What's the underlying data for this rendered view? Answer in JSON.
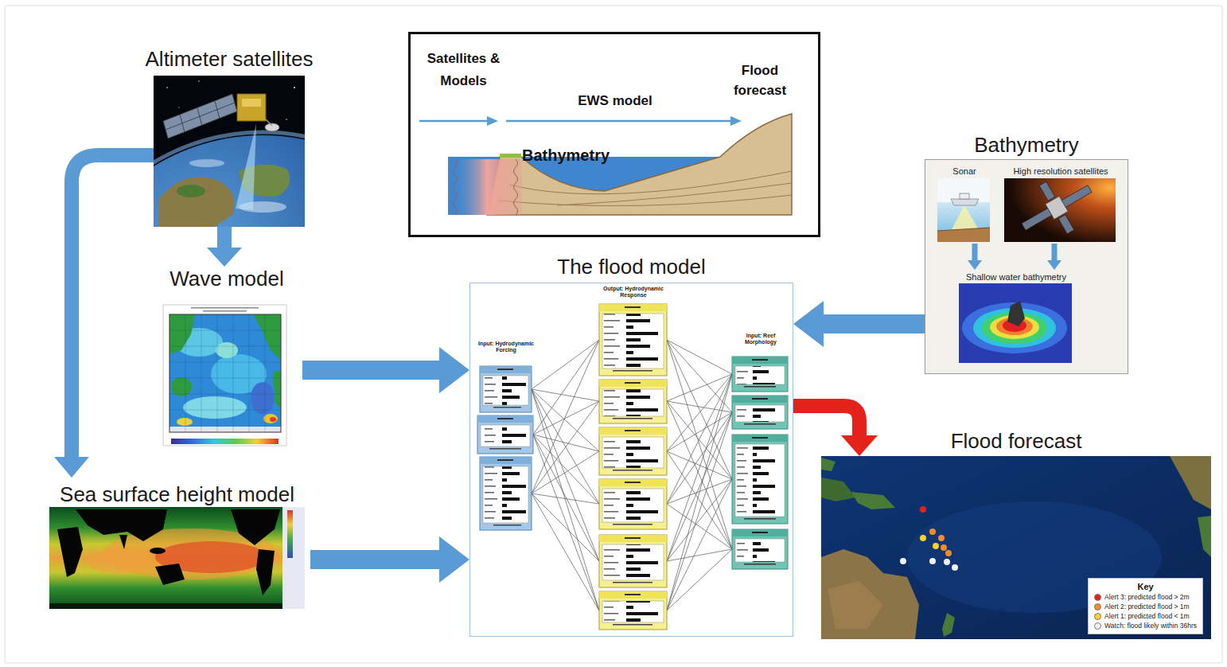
{
  "diagram": {
    "nodes": [
      {
        "text": [
          "Altimeter satellites"
        ]
      },
      {
        "text": [
          "Satellites & Models",
          "EWS model",
          "Flood forecast",
          "Bathymetry"
        ]
      },
      {
        "text": [
          "Bathymetry"
        ]
      },
      {
        "text": [
          "Sonar"
        ],
        "in": 2
      },
      {
        "text": [
          "High resolution satellites"
        ],
        "in": 2
      },
      {
        "text": [
          "Shallow water bathymetry"
        ],
        "in": 2
      },
      {
        "text": [
          "Wave model"
        ]
      },
      {
        "text": [
          "The flood model"
        ]
      },
      {
        "text": [
          "Flood forecast"
        ]
      },
      {
        "text": [
          "Key"
        ],
        "in": 8
      },
      {
        "text": [
          "Sea surface height model"
        ]
      }
    ],
    "edges": [
      {
        "from": 0,
        "to": 6,
        "arrow": "to"
      },
      {
        "from": 0,
        "to": 10,
        "arrow": "to"
      },
      {
        "from": 6,
        "to": 7,
        "arrow": "to"
      },
      {
        "from": 10,
        "to": 7,
        "arrow": "to"
      },
      {
        "from": 2,
        "to": 7,
        "arrow": "to"
      },
      {
        "from": 7,
        "to": 8,
        "arrow": "to"
      },
      {
        "from": 3,
        "to": 5,
        "arrow": "to"
      },
      {
        "from": 4,
        "to": 5,
        "arrow": "to"
      }
    ],
    "labels": [
      "Output: Hydrodynamic Response",
      "Input: Hydrodynamic Forcing",
      "Input: Reef Morphology"
    ],
    "legend": [
      {
        "text": "Alert 3: predicted flood > 2m",
        "color": "#e3231b"
      },
      {
        "text": "Alert 2: predicted flood > 1m",
        "color": "#f28c28"
      },
      {
        "text": "Alert 1: predicted flood < 1m",
        "color": "#f5d327"
      },
      {
        "text": "Watch: flood likely within 36hrs",
        "color": "#f2f2f2"
      }
    ]
  }
}
